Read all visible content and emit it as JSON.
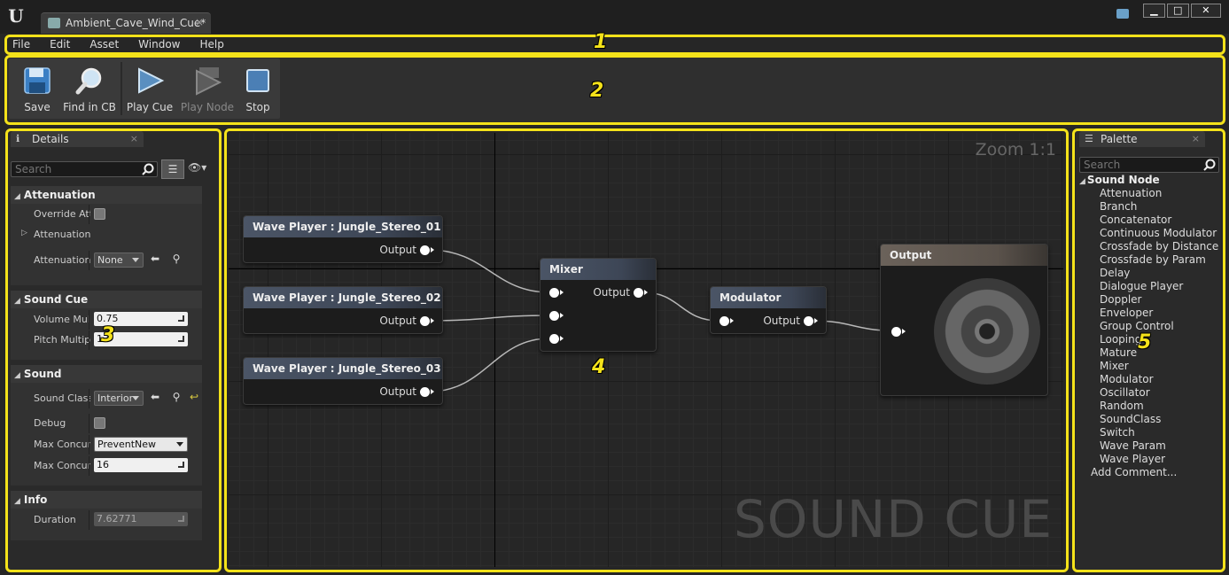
{
  "window": {
    "tab_title": "Ambient_Cave_Wind_Cue*",
    "tab_close": "×",
    "minimize": "▁",
    "maximize": "□",
    "close": "✕",
    "logo": "U"
  },
  "menu": {
    "items": [
      "File",
      "Edit",
      "Asset",
      "Window",
      "Help"
    ]
  },
  "toolbar": {
    "save": "Save",
    "find_in_cb": "Find in CB",
    "play_cue": "Play Cue",
    "play_node": "Play Node",
    "stop": "Stop"
  },
  "annotations": [
    "1",
    "2",
    "3",
    "4",
    "5"
  ],
  "details": {
    "tab_label": "Details",
    "tab_close": "×",
    "search_placeholder": "Search",
    "categories": {
      "attenuation": {
        "title": "Attenuation",
        "override_label": "Override Att",
        "attenuation_expand_label": "Attenuation",
        "attenuation_label": "Attenuation",
        "attenuation_value": "None"
      },
      "sound_cue": {
        "title": "Sound Cue",
        "volume_label": "Volume Mul",
        "volume_value": "0.75",
        "pitch_label": "Pitch Multip",
        "pitch_value": "1"
      },
      "sound": {
        "title": "Sound",
        "sound_class_label": "Sound Class",
        "sound_class_value": "Interior",
        "debug_label": "Debug",
        "max_concur_rule_label": "Max Concur",
        "max_concur_rule_value": "PreventNew",
        "max_concur_count_label": "Max Concur",
        "max_concur_count_value": "16"
      },
      "info": {
        "title": "Info",
        "duration_label": "Duration",
        "duration_value": "7.62771"
      }
    }
  },
  "graph": {
    "zoom_label": "Zoom 1:1",
    "watermark": "SOUND CUE",
    "nodes": {
      "wave1": {
        "title": "Wave Player : Jungle_Stereo_01",
        "output": "Output"
      },
      "wave2": {
        "title": "Wave Player : Jungle_Stereo_02",
        "output": "Output"
      },
      "wave3": {
        "title": "Wave Player : Jungle_Stereo_03",
        "output": "Output"
      },
      "mixer": {
        "title": "Mixer",
        "output": "Output"
      },
      "modulator": {
        "title": "Modulator",
        "output": "Output"
      },
      "output": {
        "title": "Output"
      }
    }
  },
  "palette": {
    "tab_label": "Palette",
    "tab_close": "×",
    "search_placeholder": "Search",
    "category": "Sound Node",
    "items": [
      "Attenuation",
      "Branch",
      "Concatenator",
      "Continuous Modulator",
      "Crossfade by Distance",
      "Crossfade by Param",
      "Delay",
      "Dialogue Player",
      "Doppler",
      "Enveloper",
      "Group Control",
      "Looping",
      "Mature",
      "Mixer",
      "Modulator",
      "Oscillator",
      "Random",
      "SoundClass",
      "Switch",
      "Wave Param",
      "Wave Player"
    ],
    "add_comment": "Add Comment..."
  }
}
